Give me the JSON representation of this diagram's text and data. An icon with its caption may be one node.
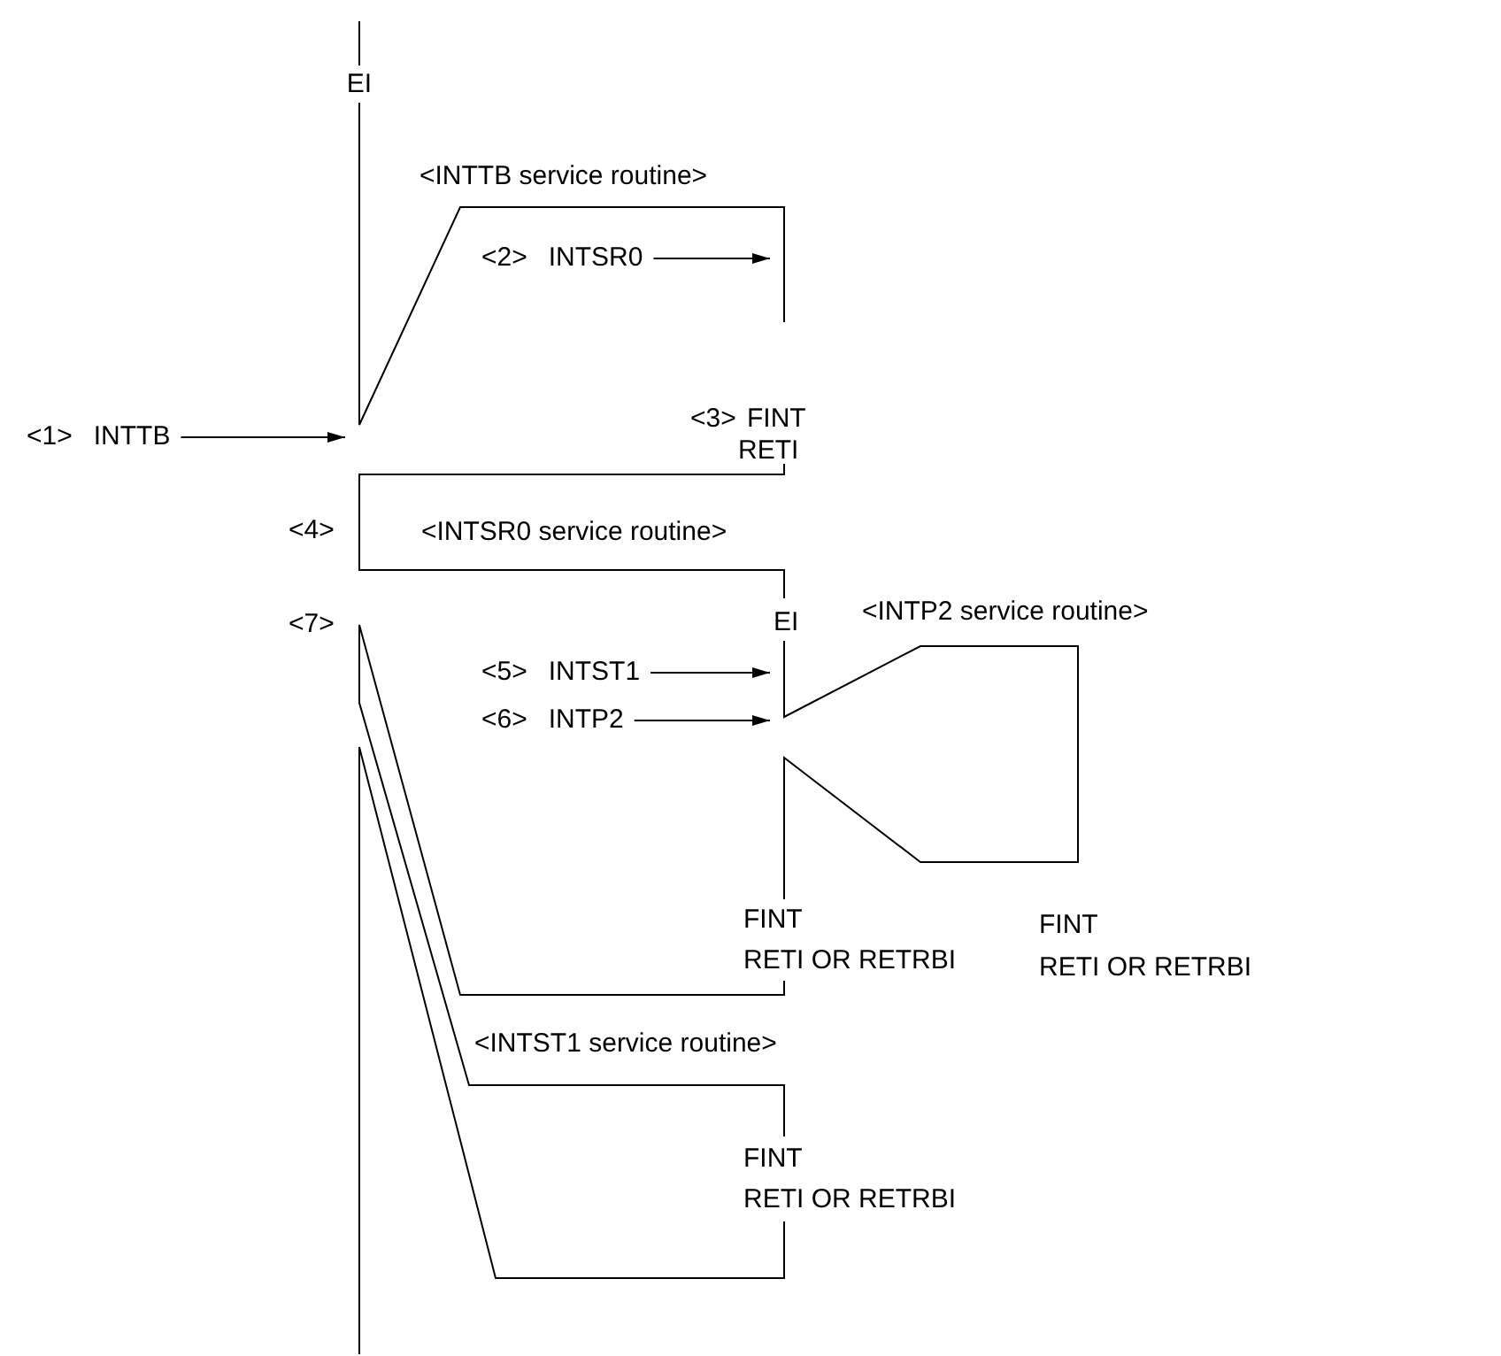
{
  "diagram": {
    "nodes": [
      {
        "text": [
          "<1>",
          "INTTB"
        ]
      },
      {
        "text": [
          "<2>",
          "INTSR0"
        ]
      },
      {
        "text": [
          "<5>",
          "INTST1"
        ]
      },
      {
        "text": [
          "<6>",
          "INTP2"
        ]
      }
    ],
    "edges": [
      {
        "from": 0,
        "to": null,
        "arrow": "to"
      },
      {
        "from": 1,
        "to": null,
        "arrow": "to"
      },
      {
        "from": 2,
        "to": null,
        "arrow": "to"
      },
      {
        "from": 3,
        "to": null,
        "arrow": "to"
      }
    ],
    "labels": [
      "EI",
      "<INTTB service routine>",
      "<3>",
      "FINT",
      "RETI",
      "<4>",
      "<INTSR0 service routine>",
      "<INTP2 service routine>",
      "<7>",
      "EI",
      "FINT",
      "RETI OR RETRBI",
      "FINT",
      "RETI OR RETRBI",
      "<INTST1 service routine>",
      "FINT",
      "RETI OR RETRBI"
    ]
  }
}
